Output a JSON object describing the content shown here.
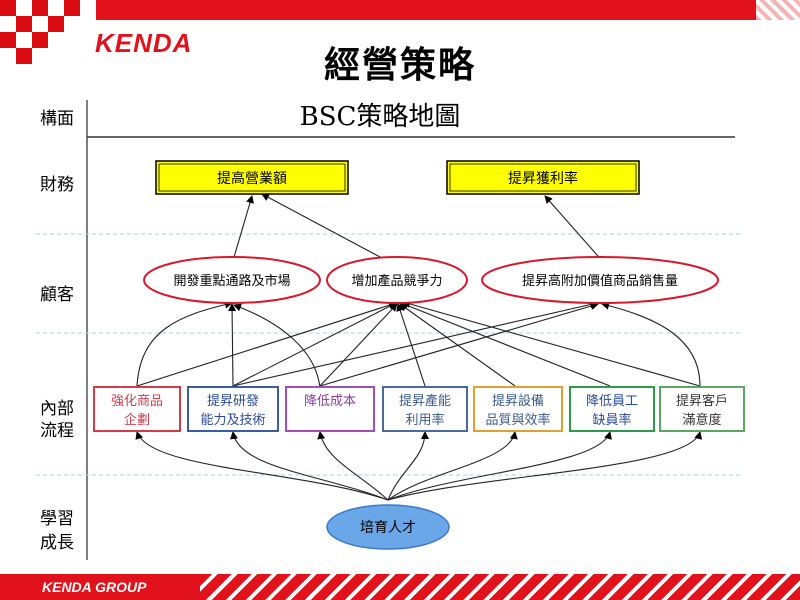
{
  "header": {
    "logo": "KENDA",
    "title": "經營策略",
    "subtitle": "BSC策略地圖"
  },
  "footer": {
    "label": "KENDA GROUP"
  },
  "rows": {
    "header": "構面",
    "finance": "財務",
    "customer": "顧客",
    "internal_line1": "內部",
    "internal_line2": "流程",
    "learning_line1": "學習",
    "learning_line2": "成長"
  },
  "finance_nodes": [
    "提高營業額",
    "提昇獲利率"
  ],
  "customer_nodes": [
    "開發重點通路及市場",
    "增加產品競爭力",
    "提昇高附加價值商品銷售量"
  ],
  "internal_nodes": [
    {
      "line1": "強化商品",
      "line2": "企劃",
      "color": "#d33b4b"
    },
    {
      "line1": "提昇研發",
      "line2": "能力及技術",
      "color": "#3b5aa8"
    },
    {
      "line1": "降低成本",
      "line2": "",
      "color": "#a04fb8"
    },
    {
      "line1": "提昇產能",
      "line2": "利用率",
      "color": "#4a6a9a"
    },
    {
      "line1": "提昇設備",
      "line2": "品質與效率",
      "color": "#e0a030"
    },
    {
      "line1": "降低員工",
      "line2": "缺員率",
      "color": "#2f9a4a"
    },
    {
      "line1": "提昇客戶",
      "line2": "滿意度",
      "color": "#5aa860"
    }
  ],
  "learning_node": "培育人才",
  "colors": {
    "brand_red": "#e1121b",
    "finance_fill": "#ffff00",
    "ellipse_border": "#d8182a",
    "learning_fill": "#6aa7e8",
    "dashed_line": "#9ad7e8"
  }
}
